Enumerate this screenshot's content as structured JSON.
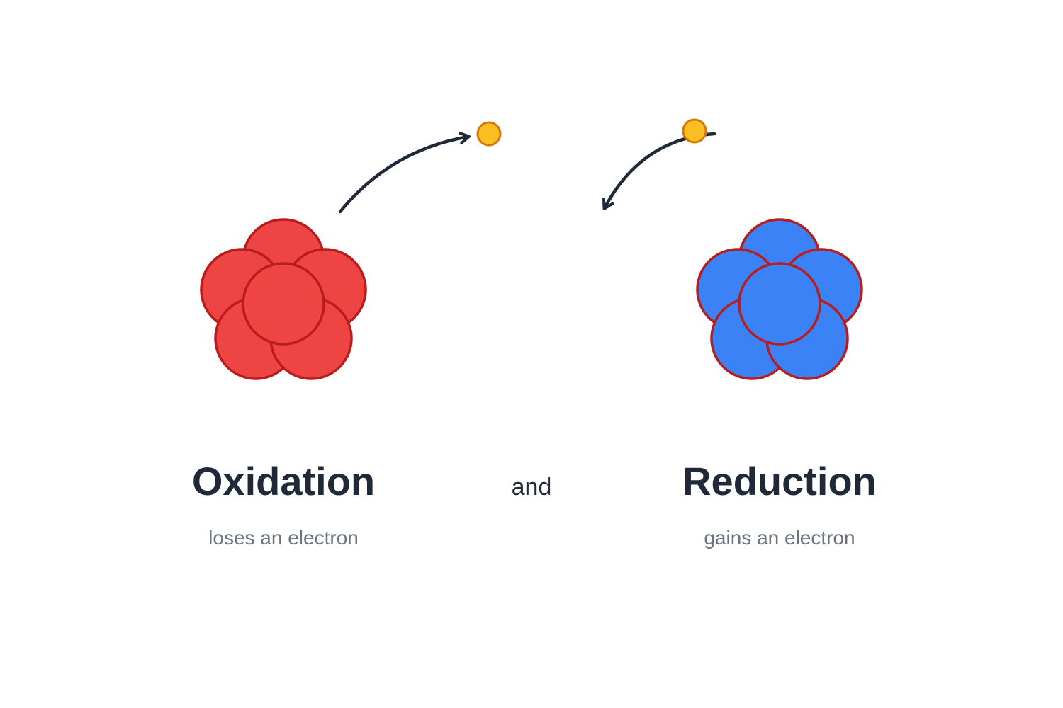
{
  "oxidation": {
    "title": "Oxidation",
    "subtitle": "loses an electron"
  },
  "connector": "and",
  "reduction": {
    "title": "Reduction",
    "subtitle": "gains an electron"
  },
  "colors": {
    "oxidation_fill": "#ef4444",
    "reduction_fill": "#3b82f6",
    "atom_stroke": "#b91c1c",
    "electron_fill": "#fbbf24",
    "electron_stroke": "#d97706",
    "arrow": "#1f2937",
    "title_text": "#1f2937",
    "subtitle_text": "#6b7280"
  },
  "icons": {
    "atom": "atom-cluster-icon",
    "electron": "electron-icon",
    "arrow": "curved-arrow-icon"
  }
}
